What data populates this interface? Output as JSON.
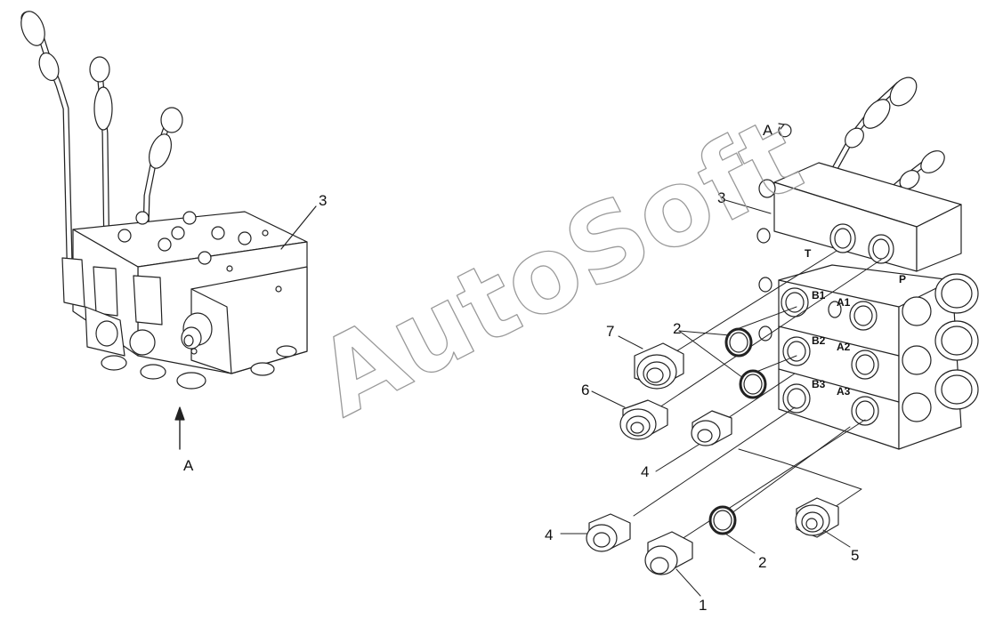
{
  "watermark": "AutoSoft",
  "callouts": {
    "left_3": "3",
    "left_view": "A",
    "right_view": "A",
    "right_3": "3",
    "c7": "7",
    "c6": "6",
    "c2a": "2",
    "c4a": "4",
    "c4b": "4",
    "c1": "1",
    "c2b": "2",
    "c5": "5"
  },
  "ports": {
    "T": "T",
    "P": "P",
    "B1": "B1",
    "A1": "A1",
    "B2": "B2",
    "A2": "A2",
    "B3": "B3",
    "A3": "A3"
  },
  "colors": {
    "line": "#222222",
    "fill": "#ffffff",
    "watermark": "#9a9a9a"
  }
}
